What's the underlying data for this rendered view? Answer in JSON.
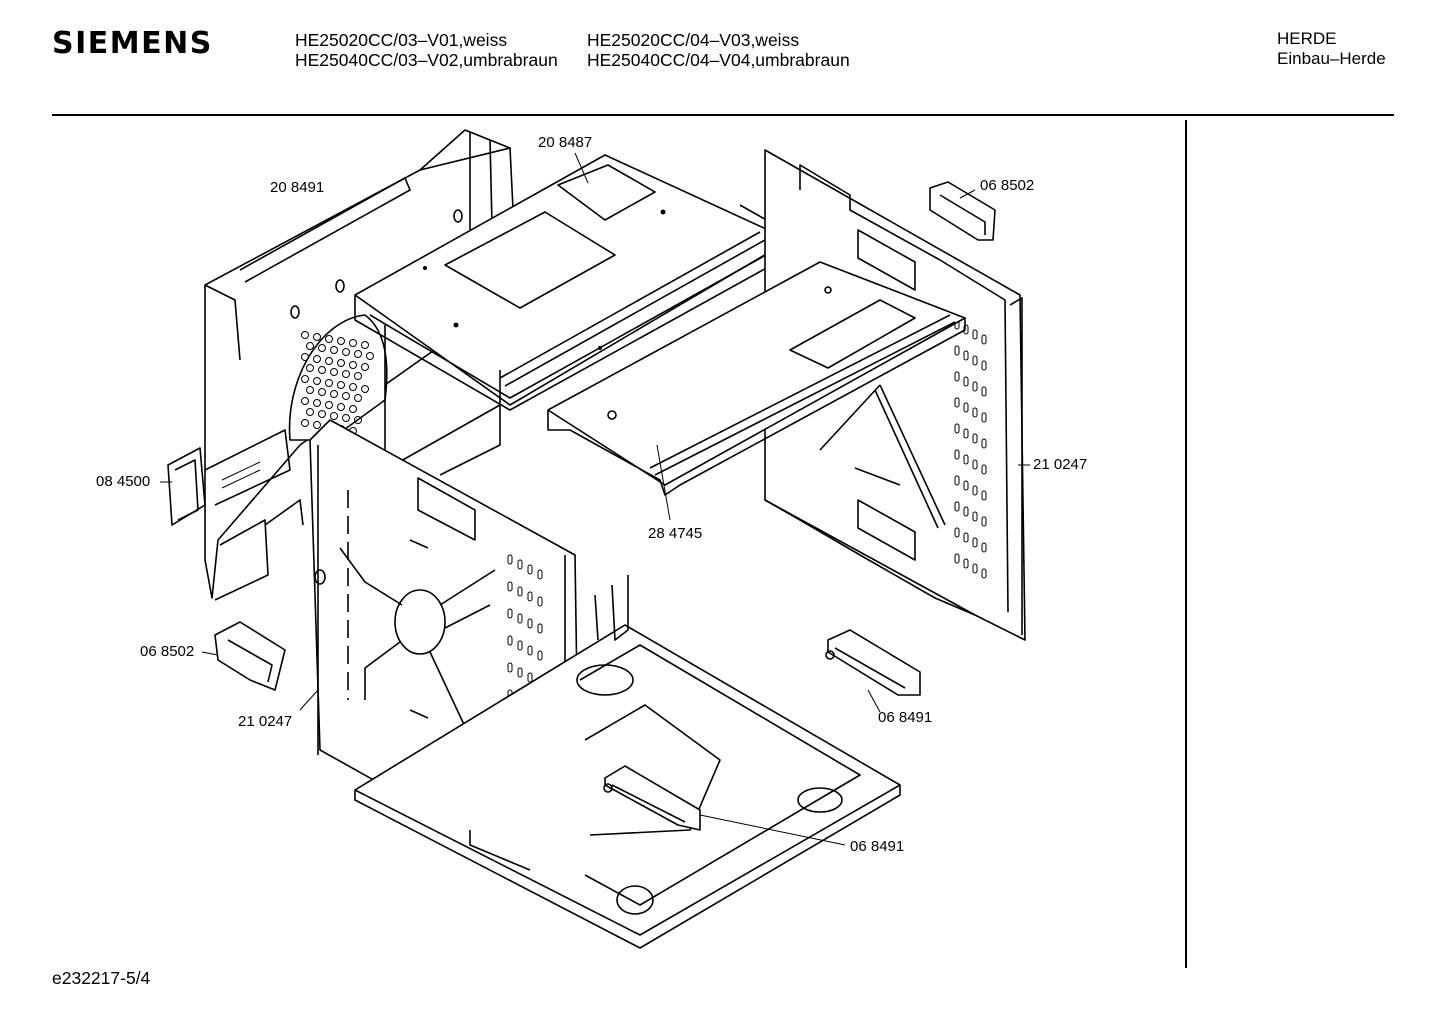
{
  "brand": "SIEMENS",
  "models": {
    "col1": [
      "HE25020CC/03–V01,weiss",
      "HE25040CC/03–V02,umbrabraun"
    ],
    "col2": [
      "HE25020CC/04–V03,weiss",
      "HE25040CC/04–V04,umbrabraun"
    ]
  },
  "category": {
    "line1": "HERDE",
    "line2": "Einbau–Herde"
  },
  "doc_id": "e232217-5/4",
  "part_labels": {
    "top_cover": "20 8487",
    "rear_left_panel": "20 8491",
    "catch_right_top": "06 8502",
    "side_right": "21 0247",
    "middle_shelf": "28 4745",
    "connector": "08 4500",
    "catch_left": "06 8502",
    "side_left": "21 0247",
    "hinge_right": "06 8491",
    "hinge_bottom": "06 8491"
  }
}
